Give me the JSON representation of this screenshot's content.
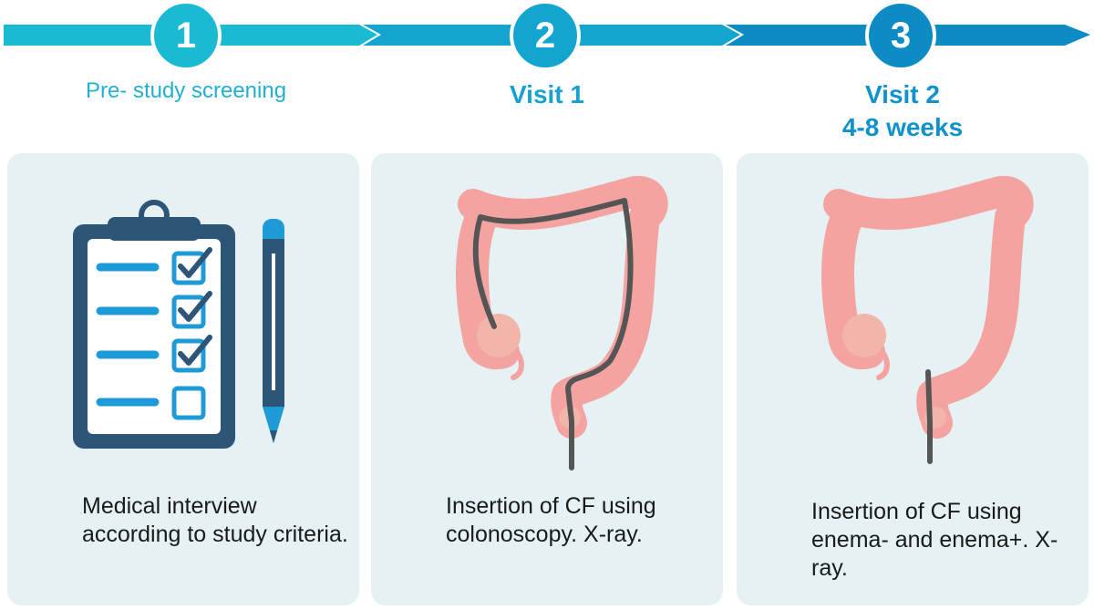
{
  "steps": [
    {
      "number": "1",
      "title": "Pre- study screening",
      "caption": "Medical interview according to study criteria."
    },
    {
      "number": "2",
      "title": "Visit 1",
      "caption": "Insertion of CF using colonoscopy. X-ray."
    },
    {
      "number": "3",
      "title": "Visit 2",
      "subtitle": "4-8 weeks",
      "caption": "Insertion of CF using enema- and enema+. X-ray."
    }
  ],
  "icons": [
    "clipboard-checklist-icon",
    "pencil-icon",
    "colon-with-colonoscope-icon",
    "colon-with-enema-catheter-icon"
  ],
  "colors": {
    "arrow1": "#1bbad3",
    "arrow2": "#13a5cf",
    "arrow3": "#0d8cc4",
    "panel": "#e6f1f4",
    "clipboard": "#2c5577",
    "accent": "#1e9bd7",
    "colon": "#f4a3a0",
    "scope": "#555555"
  }
}
